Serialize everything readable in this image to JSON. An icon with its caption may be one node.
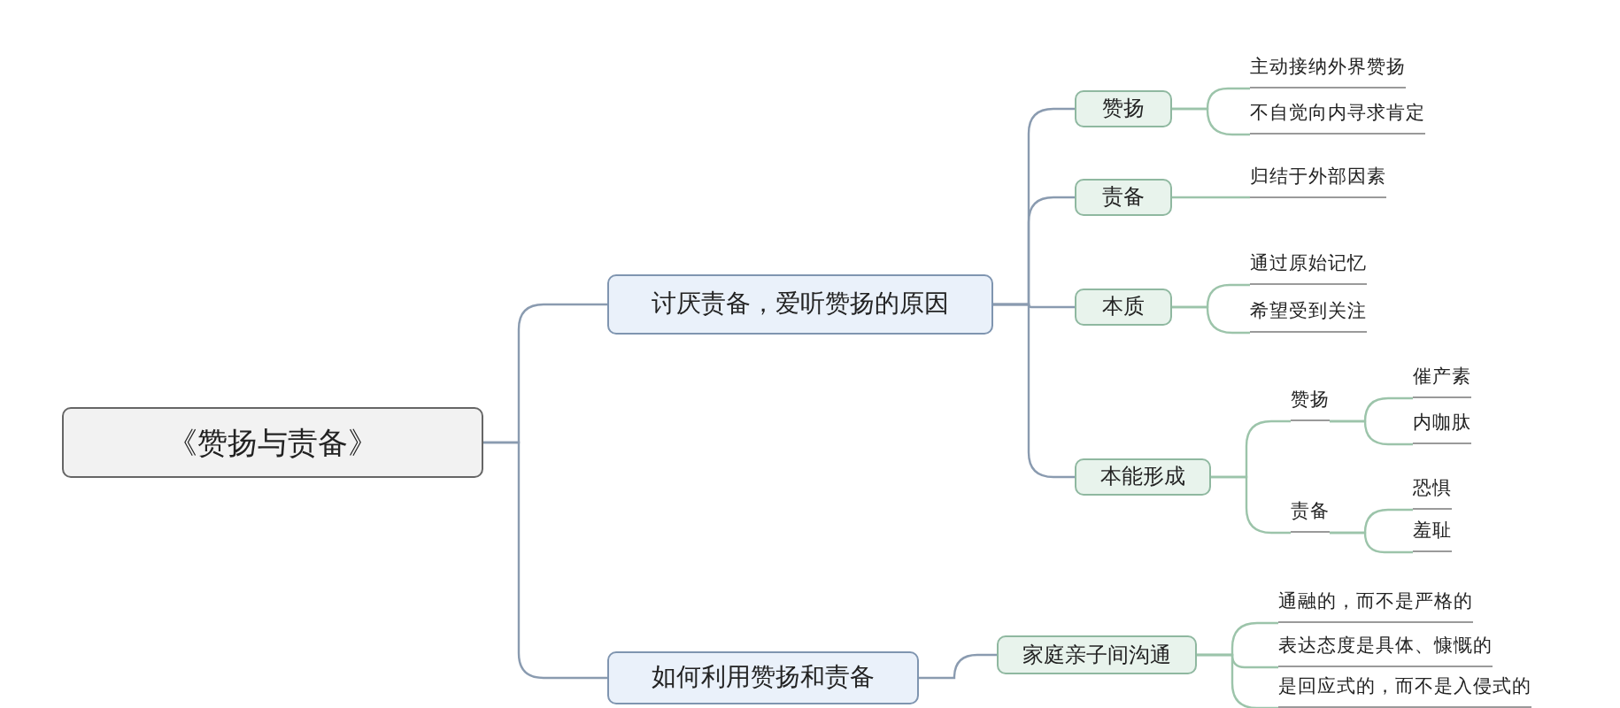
{
  "diagram": {
    "nodes": [
      {
        "text": [
          "《赞扬与责备》"
        ]
      },
      {
        "text": [
          "讨厌责备，爱听赞扬的原因"
        ]
      },
      {
        "text": [
          "如何利用赞扬和责备"
        ]
      },
      {
        "text": [
          "赞扬"
        ]
      },
      {
        "text": [
          "责备"
        ]
      },
      {
        "text": [
          "本质"
        ]
      },
      {
        "text": [
          "本能形成"
        ]
      },
      {
        "text": [
          "主动接纳外界赞扬"
        ]
      },
      {
        "text": [
          "不自觉向内寻求肯定"
        ]
      },
      {
        "text": [
          "归结于外部因素"
        ]
      },
      {
        "text": [
          "通过原始记忆"
        ]
      },
      {
        "text": [
          "希望受到关注"
        ]
      },
      {
        "text": [
          "赞扬"
        ]
      },
      {
        "text": [
          "责备"
        ]
      },
      {
        "text": [
          "催产素"
        ]
      },
      {
        "text": [
          "内咖肽"
        ]
      },
      {
        "text": [
          "恐惧"
        ]
      },
      {
        "text": [
          "羞耻"
        ]
      },
      {
        "text": [
          "家庭亲子间沟通"
        ]
      },
      {
        "text": [
          "通融的，而不是严格的"
        ]
      },
      {
        "text": [
          "表达态度是具体、慷慨的"
        ]
      },
      {
        "text": [
          "是回应式的，而不是入侵式的"
        ]
      }
    ],
    "edges": [
      {
        "from": 0,
        "to": 1,
        "arrow": "none"
      },
      {
        "from": 0,
        "to": 2,
        "arrow": "none"
      },
      {
        "from": 1,
        "to": 3,
        "arrow": "none"
      },
      {
        "from": 1,
        "to": 4,
        "arrow": "none"
      },
      {
        "from": 1,
        "to": 5,
        "arrow": "none"
      },
      {
        "from": 1,
        "to": 6,
        "arrow": "none"
      },
      {
        "from": 3,
        "to": 7,
        "arrow": "none"
      },
      {
        "from": 3,
        "to": 8,
        "arrow": "none"
      },
      {
        "from": 4,
        "to": 9,
        "arrow": "none"
      },
      {
        "from": 5,
        "to": 10,
        "arrow": "none"
      },
      {
        "from": 5,
        "to": 11,
        "arrow": "none"
      },
      {
        "from": 6,
        "to": 12,
        "arrow": "none"
      },
      {
        "from": 6,
        "to": 13,
        "arrow": "none"
      },
      {
        "from": 12,
        "to": 14,
        "arrow": "none"
      },
      {
        "from": 12,
        "to": 15,
        "arrow": "none"
      },
      {
        "from": 13,
        "to": 16,
        "arrow": "none"
      },
      {
        "from": 13,
        "to": 17,
        "arrow": "none"
      },
      {
        "from": 2,
        "to": 18,
        "arrow": "none"
      },
      {
        "from": 18,
        "to": 19,
        "arrow": "none"
      },
      {
        "from": 18,
        "to": 20,
        "arrow": "none"
      },
      {
        "from": 18,
        "to": 21,
        "arrow": "none"
      }
    ]
  }
}
